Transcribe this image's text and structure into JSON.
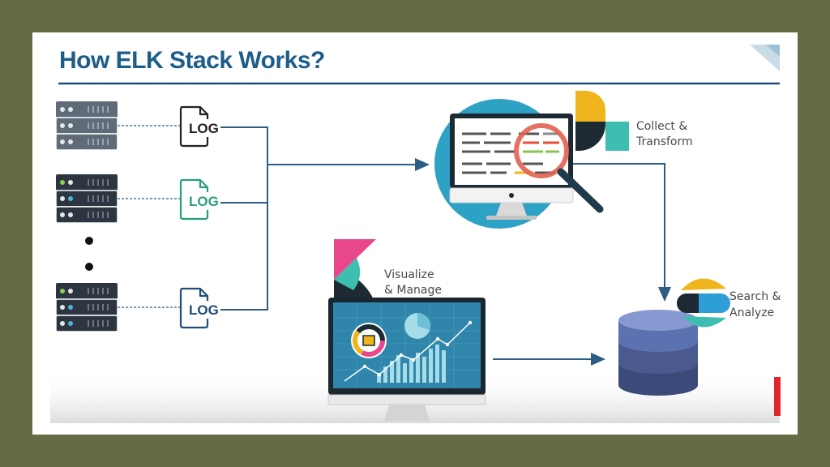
{
  "slide": {
    "title": "How ELK Stack Works?"
  },
  "logs": [
    {
      "label": "LOG",
      "color": "#222222"
    },
    {
      "label": "LOG",
      "color": "#2a9d7f"
    },
    {
      "label": "LOG",
      "color": "#1f4e79"
    }
  ],
  "stages": {
    "logstash": {
      "line1": "Collect &",
      "line2": "Transform"
    },
    "elasticsearch": {
      "line1": "Search &",
      "line2": "Analyze"
    },
    "kibana": {
      "line1": "Visualize",
      "line2": "& Manage"
    }
  },
  "colors": {
    "title": "#1c5d8a",
    "connector": "#2b5d86",
    "server_body": "#5f6b78",
    "logstash_yellow": "#f0b51d",
    "elastic_teal": "#3ebeb0",
    "kibana_pink": "#e8478b",
    "database": "#3c4a7a",
    "border": "#666b46"
  }
}
